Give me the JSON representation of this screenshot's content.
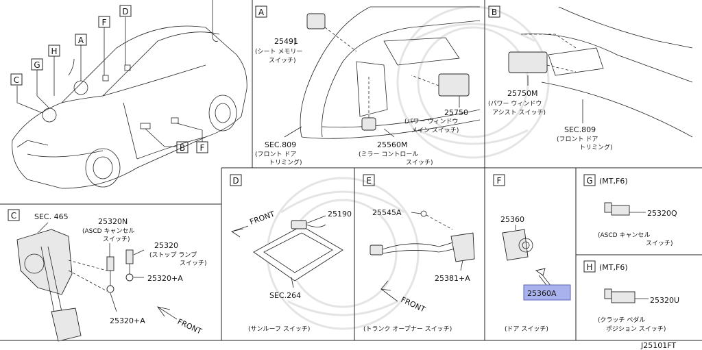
{
  "diagram_id": "J25101FT",
  "section_letters": [
    "A",
    "B",
    "C",
    "D",
    "E",
    "F",
    "G",
    "H"
  ],
  "panels": {
    "A": {
      "letter": "A",
      "parts": [
        {
          "no": "25491",
          "desc": "(シート メモリー\nスイッチ)"
        },
        {
          "no": "25750",
          "desc": "(パワー ウィンドウ\nメイン スイッチ)"
        },
        {
          "no": "25560M",
          "desc": "(ミラー コントロール\nスイッチ)"
        },
        {
          "no": "SEC.809",
          "desc": "(フロント ドア\nトリミング)"
        }
      ]
    },
    "B": {
      "letter": "B",
      "parts": [
        {
          "no": "25750M",
          "desc": "(パワー ウィンドウ\nアシスト スイッチ)"
        },
        {
          "no": "SEC.809",
          "desc": "(フロント ドア\nトリミング)"
        }
      ]
    },
    "C": {
      "letter": "C",
      "parts": [
        {
          "no": "SEC. 465",
          "desc": ""
        },
        {
          "no": "25320N",
          "desc": "(ASCD キャンセル\nスイッチ)"
        },
        {
          "no": "25320",
          "desc": "(ストップ ランプ\nスイッチ)"
        },
        {
          "no": "25320+A",
          "desc": ""
        },
        {
          "no": "25320+A",
          "desc": ""
        }
      ],
      "front": "FRONT"
    },
    "D": {
      "letter": "D",
      "parts": [
        {
          "no": "25190",
          "desc": ""
        },
        {
          "no": "SEC.264",
          "desc": ""
        }
      ],
      "front": "FRONT",
      "caption": "(サンルーフ スイッチ)"
    },
    "E": {
      "letter": "E",
      "parts": [
        {
          "no": "25545A",
          "desc": ""
        },
        {
          "no": "25381+A",
          "desc": ""
        }
      ],
      "front": "FRONT",
      "caption": "(トランク オープナー スイッチ)"
    },
    "F": {
      "letter": "F",
      "parts": [
        {
          "no": "25360",
          "desc": ""
        },
        {
          "no": "25360A",
          "desc": "",
          "highlight": true
        }
      ],
      "caption": "(ドア スイッチ)"
    },
    "G": {
      "letter": "G",
      "condition": "(MT,F6)",
      "parts": [
        {
          "no": "25320Q",
          "desc": ""
        }
      ],
      "caption": "(ASCD キャンセル\nスイッチ)"
    },
    "H": {
      "letter": "H",
      "condition": "(MT,F6)",
      "parts": [
        {
          "no": "25320U",
          "desc": ""
        }
      ],
      "caption": "(クラッチ ペダル\nポジション スイッチ)"
    }
  },
  "colors": {
    "highlight": "#a9b2ec",
    "line": "#222222",
    "watermark": "#e4e4e4"
  }
}
